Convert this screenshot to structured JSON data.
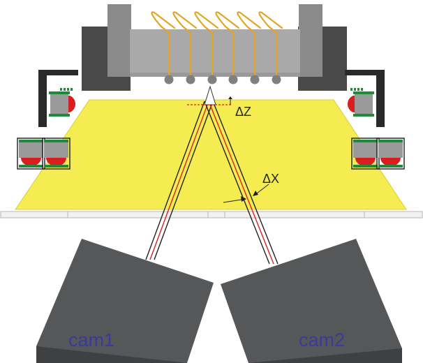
{
  "labels": {
    "delta_z": "ΔZ",
    "delta_x": "ΔX",
    "cam1": "cam1",
    "cam2": "cam2"
  },
  "colors": {
    "background": "#ffffff",
    "tray": "#f5ec51",
    "tray_stroke": "#d8cf3a",
    "camera_body": "#555759",
    "camera_shadow": "#3e4042",
    "dark_block": "#4a4a4a",
    "mid_block": "#8a8a8a",
    "light_block": "#a9a9a9",
    "bracket": "#2a2a2a",
    "led_gray": "#9a9a9a",
    "led_red": "#d81e1e",
    "led_green": "#1e8a3a",
    "pin_gold": "#e3a521",
    "ball_gray": "#808080",
    "ray_black": "#222222",
    "ray_red": "#e02020",
    "cam_label": "#3a3a9a",
    "rail": "#f2f2f2"
  },
  "icons": {
    "left_led_modules": "led-module-icon",
    "right_led_modules": "led-module-icon",
    "pins": "gold-pin-icon",
    "solder_balls": "solder-ball-icon"
  }
}
